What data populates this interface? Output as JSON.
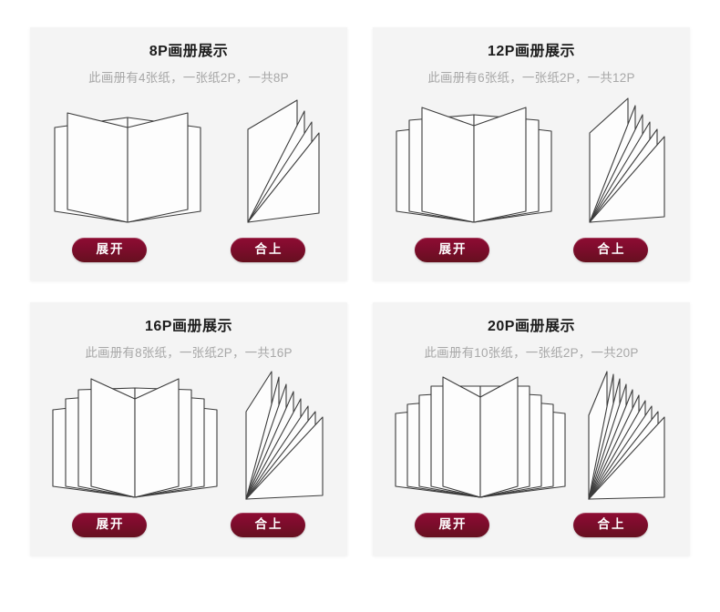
{
  "page": {
    "background_color": "#ffffff",
    "card_background_color": "#f4f4f4",
    "button_color": "#7d0c2c",
    "title_color": "#1c1c1c",
    "subtitle_color": "#a8a8a8",
    "illustration_stroke_color": "#3c3c3c"
  },
  "cards": [
    {
      "id": "card-8p",
      "title": "8P画册展示",
      "subtitle": "此画册有4张纸，一张纸2P，一共8P",
      "sheets": 4,
      "pages": 8,
      "layers": 2,
      "buttons": {
        "open_label": "展开",
        "closed_label": "合上"
      }
    },
    {
      "id": "card-12p",
      "title": "12P画册展示",
      "subtitle": "此画册有6张纸，一张纸2P，一共12P",
      "sheets": 6,
      "pages": 12,
      "layers": 3,
      "buttons": {
        "open_label": "展开",
        "closed_label": "合上"
      }
    },
    {
      "id": "card-16p",
      "title": "16P画册展示",
      "subtitle": "此画册有8张纸，一张纸2P，一共16P",
      "sheets": 8,
      "pages": 16,
      "layers": 4,
      "buttons": {
        "open_label": "展开",
        "closed_label": "合上"
      }
    },
    {
      "id": "card-20p",
      "title": "20P画册展示",
      "subtitle": "此画册有10张纸，一张纸2P，一共20P",
      "sheets": 10,
      "pages": 20,
      "layers": 5,
      "buttons": {
        "open_label": "展开",
        "closed_label": "合上"
      }
    }
  ],
  "icons": {
    "open_book": "open-book-icon",
    "closed_book": "closed-book-icon"
  }
}
